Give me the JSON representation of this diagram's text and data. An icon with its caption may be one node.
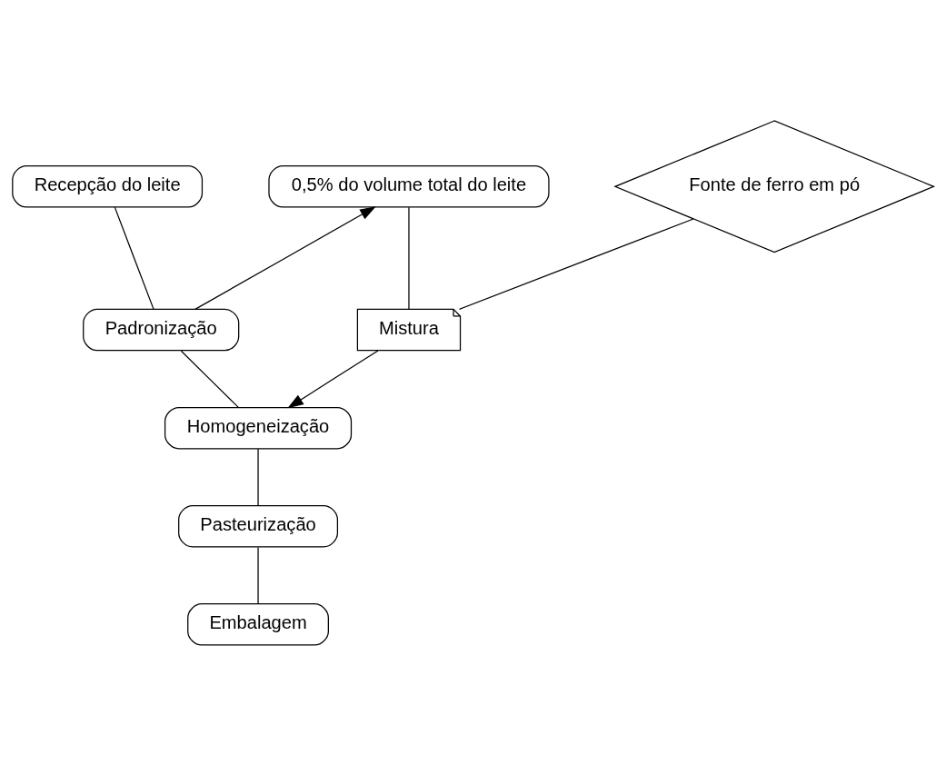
{
  "diagram": {
    "nodes": [
      {
        "text": [
          "Recepção do leite"
        ]
      },
      {
        "text": [
          "0,5% do volume total do leite"
        ]
      },
      {
        "text": [
          "Fonte de ferro em pó"
        ]
      },
      {
        "text": [
          "Padronização"
        ]
      },
      {
        "text": [
          "Mistura"
        ]
      },
      {
        "text": [
          "Homogeneização"
        ]
      },
      {
        "text": [
          "Pasteurização"
        ]
      },
      {
        "text": [
          "Embalagem"
        ]
      }
    ],
    "edges": [
      {
        "from": 0,
        "to": 3,
        "arrow": "none"
      },
      {
        "from": 3,
        "to": 1,
        "arrow": "to"
      },
      {
        "from": 1,
        "to": 4,
        "arrow": "none"
      },
      {
        "from": 2,
        "to": 4,
        "arrow": "none"
      },
      {
        "from": 4,
        "to": 5,
        "arrow": "to"
      },
      {
        "from": 3,
        "to": 5,
        "arrow": "none"
      },
      {
        "from": 5,
        "to": 6,
        "arrow": "none"
      },
      {
        "from": 6,
        "to": 7,
        "arrow": "none"
      }
    ]
  }
}
